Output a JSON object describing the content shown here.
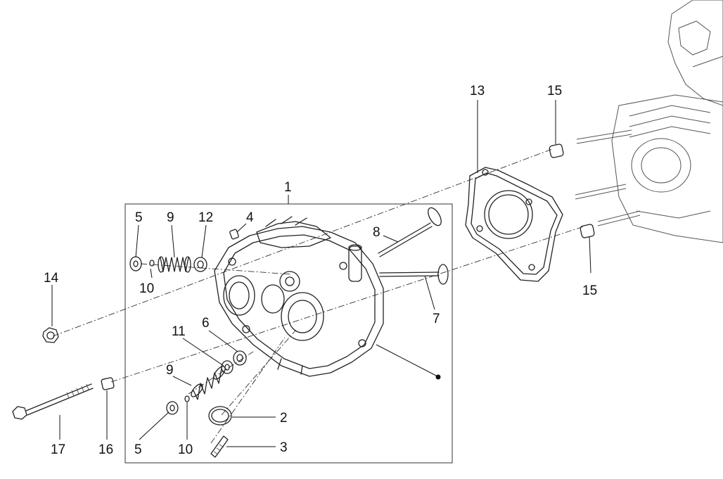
{
  "callouts": {
    "c1": "1",
    "c2": "2",
    "c3": "3",
    "c4": "4",
    "c5a": "5",
    "c5b": "5",
    "c6": "6",
    "c7": "7",
    "c8": "8",
    "c9a": "9",
    "c9b": "9",
    "c10a": "10",
    "c10b": "10",
    "c11": "11",
    "c12": "12",
    "c13": "13",
    "c14": "14",
    "c15a": "15",
    "c15b": "15",
    "c16": "16",
    "c17": "17"
  }
}
